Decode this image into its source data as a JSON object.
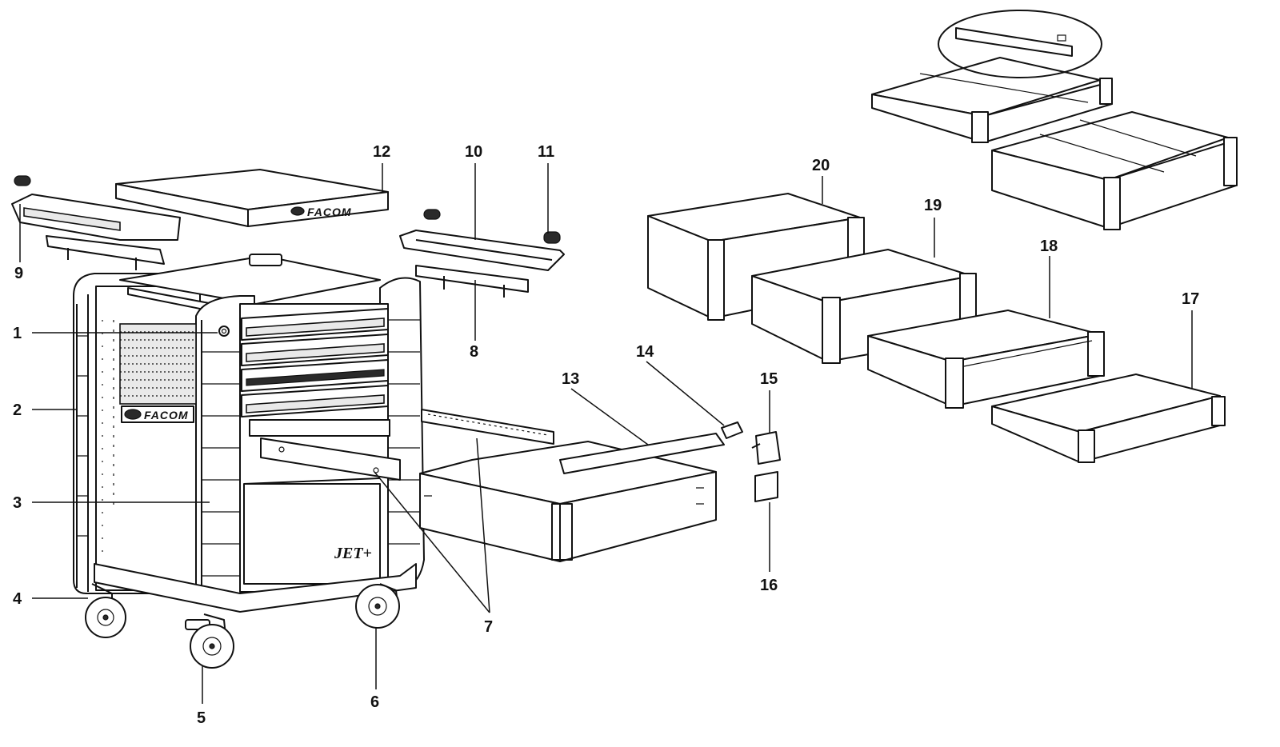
{
  "brand": {
    "logo_text": "FACOM",
    "model_text": "JET+"
  },
  "callouts": [
    {
      "id": "1",
      "label": "1"
    },
    {
      "id": "2",
      "label": "2"
    },
    {
      "id": "3",
      "label": "3"
    },
    {
      "id": "4",
      "label": "4"
    },
    {
      "id": "5",
      "label": "5"
    },
    {
      "id": "6",
      "label": "6"
    },
    {
      "id": "7",
      "label": "7"
    },
    {
      "id": "8",
      "label": "8"
    },
    {
      "id": "9",
      "label": "9"
    },
    {
      "id": "10",
      "label": "10"
    },
    {
      "id": "11",
      "label": "11"
    },
    {
      "id": "12",
      "label": "12"
    },
    {
      "id": "13",
      "label": "13"
    },
    {
      "id": "14",
      "label": "14"
    },
    {
      "id": "15",
      "label": "15"
    },
    {
      "id": "16",
      "label": "16"
    },
    {
      "id": "17",
      "label": "17"
    },
    {
      "id": "18",
      "label": "18"
    },
    {
      "id": "19",
      "label": "19"
    },
    {
      "id": "20",
      "label": "20"
    }
  ]
}
